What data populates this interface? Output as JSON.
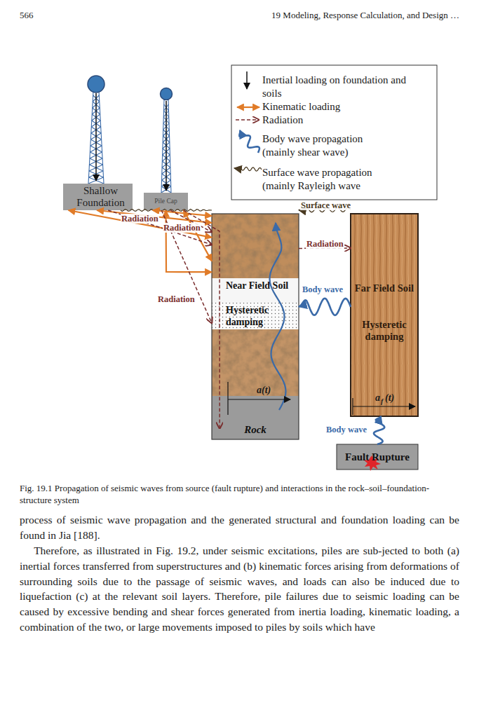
{
  "diagram": {
    "caption": "Fig. 19.1 Propagation of seismic waves from source (fault rupture) and interactions in the rock–soil–foundation-structure system",
    "nodes": [
      {
        "text": [
          "Shallow Foundation"
        ]
      },
      {
        "text": [
          "Pile Cap"
        ]
      },
      {
        "text": [
          "Near Field Soil",
          "Hysteretic damping"
        ]
      },
      {
        "text": [
          "Rock"
        ]
      },
      {
        "text": [
          "Far Field Soil",
          "Hysteretic damping"
        ]
      },
      {
        "text": [
          "Fault Rupture"
        ]
      }
    ],
    "edges": [
      {
        "from": 0,
        "to": 2,
        "arrow": "both"
      },
      {
        "from": 0,
        "to": 2,
        "arrow": "both"
      },
      {
        "from": 1,
        "to": 2,
        "arrow": "both"
      },
      {
        "from": 1,
        "to": 2,
        "arrow": "both"
      },
      {
        "from": 1,
        "to": 2,
        "arrow": "both"
      },
      {
        "from": 0,
        "to": 2,
        "arrow": "to",
        "label": "Radiation"
      },
      {
        "from": 1,
        "to": 2,
        "arrow": "to",
        "label": "Radiation"
      },
      {
        "from": 1,
        "to": 2,
        "arrow": "to",
        "label": "Radiation"
      },
      {
        "from": 1,
        "to": 3,
        "arrow": "to"
      },
      {
        "from": 2,
        "to": 4,
        "arrow": "to",
        "label": "Radiation"
      },
      {
        "from": 4,
        "to": 2,
        "arrow": "to",
        "label": "Body wave"
      },
      {
        "from": 5,
        "to": 4,
        "arrow": "to",
        "label": "Body wave"
      },
      {
        "from": 4,
        "to": 2,
        "arrow": "to",
        "label": "Surface wave"
      }
    ],
    "labels": [
      "566",
      "19 Modeling, Response Calculation, and Design …",
      "a(t)",
      "a",
      "f",
      "(t)",
      "process of seismic wave propagation and the generated structural and foundation loading can be found in Jia [188].",
      "Therefore, as illustrated in Fig. 19.2, under seismic excitations, piles are sub-jected to both (a) inertial forces transferred from superstructures and (b) kinematic forces arising from deformations of surrounding soils due to the passage of seismic waves, and loads can also be induced due to liquefaction (c) at the relevant soil layers. Therefore, pile failures due to seismic loading can be caused by excessive bending and shear forces generated from inertia loading, kinematic loading, a combination of the two, or large movements imposed to piles by soils which have"
    ],
    "legend": [
      {
        "text": "Inertial loading on foundation and soils"
      },
      {
        "text": "Kinematic loading"
      },
      {
        "text": "Radiation"
      },
      {
        "text": "Body wave propagation (mainly shear wave)"
      },
      {
        "text": "Surface wave propagation (mainly Rayleigh wave"
      }
    ]
  }
}
